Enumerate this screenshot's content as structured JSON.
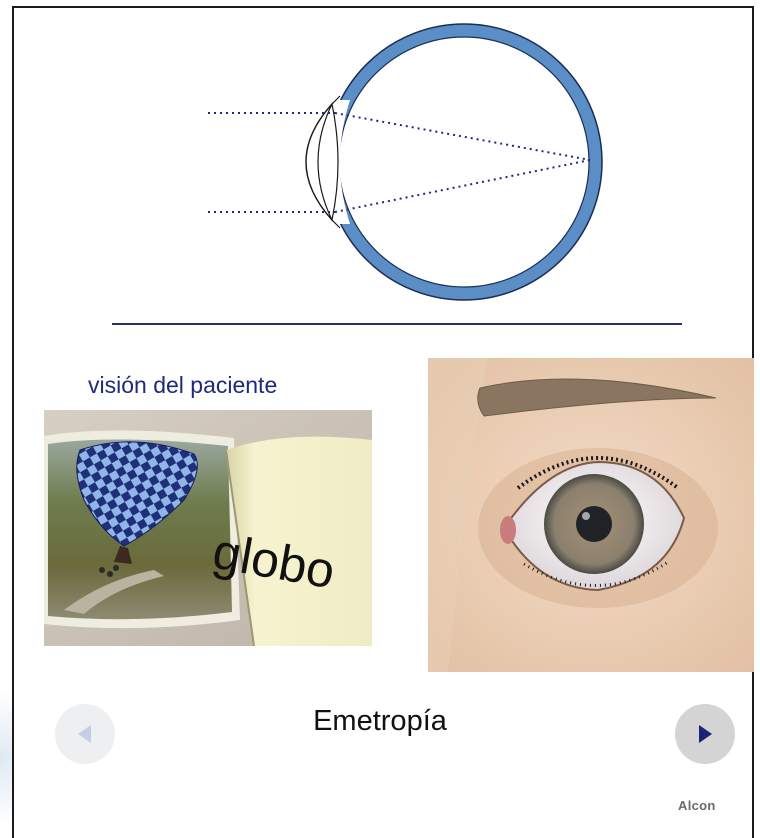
{
  "caption": "visión del paciente",
  "illustration_word": "globo",
  "title": "Emetropía",
  "navigation": {
    "prev_icon": "triangle-left-icon",
    "next_icon": "triangle-right-icon",
    "prev_state": "disabled"
  },
  "brand": "Alcon",
  "colors": {
    "eye_wall": "#5b8ec6",
    "ray": "#1f2a7a",
    "caption": "#1e2a7a",
    "next_arrow": "#1b2377",
    "prev_arrow": "#c5cde6"
  }
}
